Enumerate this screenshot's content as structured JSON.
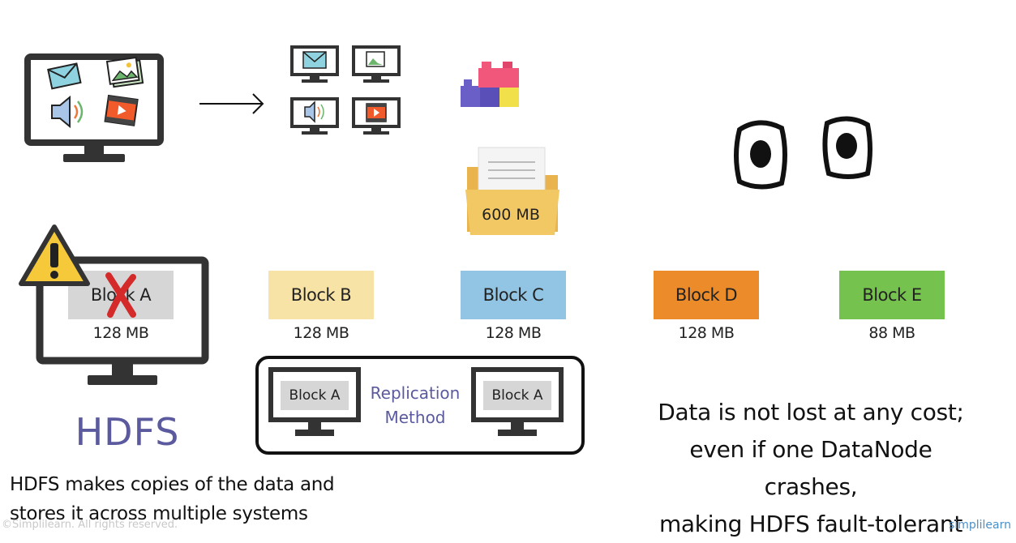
{
  "source_monitor": {
    "icons": [
      "email-icon",
      "image-icon",
      "audio-icon",
      "video-icon"
    ]
  },
  "split_monitors": {
    "icons": [
      "email-icon",
      "image-icon",
      "audio-icon",
      "video-icon"
    ]
  },
  "folder": {
    "size_label": "600 MB",
    "color": "#f2c865"
  },
  "blocks": [
    {
      "label": "Block A",
      "size": "128 MB",
      "color": "#d6d6d6"
    },
    {
      "label": "Block B",
      "size": "128 MB",
      "color": "#f8e3a6"
    },
    {
      "label": "Block C",
      "size": "128 MB",
      "color": "#92c5e3"
    },
    {
      "label": "Block D",
      "size": "128 MB",
      "color": "#ec8b2a"
    },
    {
      "label": "Block E",
      "size": "88 MB",
      "color": "#76c24e"
    }
  ],
  "replication": {
    "left_block": "Block A",
    "right_block": "Block A",
    "method_line1": "Replication",
    "method_line2": "Method",
    "method_color": "#5b5a9e"
  },
  "hdfs_title": {
    "text": "HDFS",
    "color": "#5b5a9e"
  },
  "caption_left": {
    "line1": "HDFS makes copies of the data and",
    "line2": "stores it across multiple systems"
  },
  "caption_right": {
    "line1": "Data is not lost at any cost;",
    "line2": "even if one DataNode crashes,",
    "line3": "making HDFS fault-tolerant"
  },
  "copyright": "©Simplilearn. All rights reserved.",
  "brand": "simplilearn",
  "colors": {
    "monitor": "#333333",
    "warning": "#f6c93a",
    "cross": "#d42a2a",
    "lego_pink": "#f0577a",
    "lego_purple": "#6a5fc6",
    "lego_yellow": "#f2e04a"
  }
}
